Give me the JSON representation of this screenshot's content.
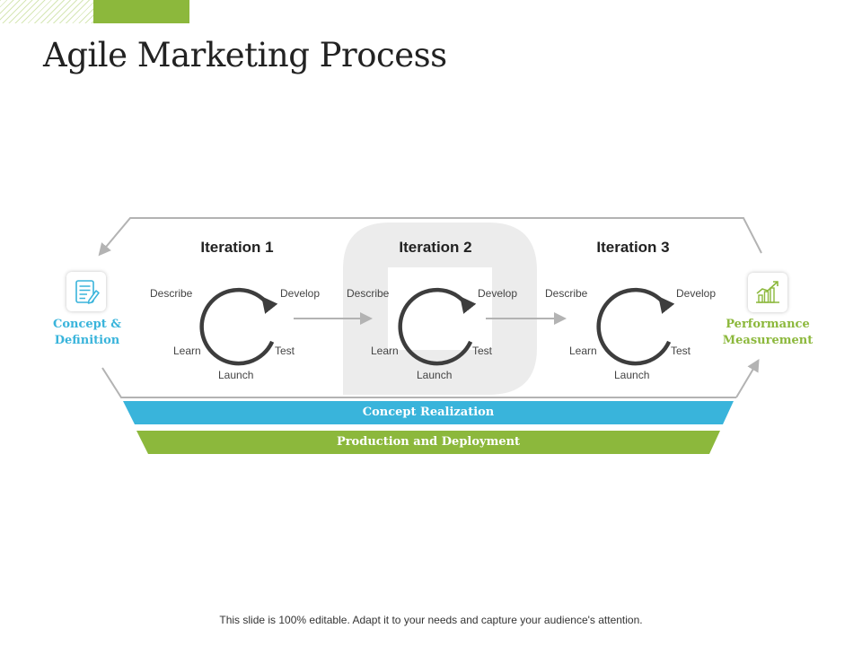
{
  "slide": {
    "title": "Agile Marketing Process",
    "footer": "This slide is 100% editable. Adapt it to your needs and capture your audience's attention."
  },
  "left_node": {
    "label_line1": "Concept &",
    "label_line2": "Definition",
    "icon": "document-edit-icon",
    "color": "#39b4db"
  },
  "right_node": {
    "label_line1": "Performance",
    "label_line2": "Measurement",
    "icon": "growth-chart-icon",
    "color": "#8cb83c"
  },
  "iterations": [
    {
      "title": "Iteration 1",
      "describe": "Describe",
      "develop": "Develop",
      "learn": "Learn",
      "test": "Test",
      "launch": "Launch"
    },
    {
      "title": "Iteration 2",
      "describe": "Describe",
      "develop": "Develop",
      "learn": "Learn",
      "test": "Test",
      "launch": "Launch"
    },
    {
      "title": "Iteration 3",
      "describe": "Describe",
      "develop": "Develop",
      "learn": "Learn",
      "test": "Test",
      "launch": "Launch"
    }
  ],
  "bands": {
    "concept_realization": "Concept Realization",
    "production_deployment": "Production and Deployment"
  },
  "colors": {
    "accent_green": "#8cb83c",
    "accent_blue": "#39b4db",
    "outline_gray": "#b3b3b3",
    "cycle_arrow": "#3d3d3d"
  }
}
